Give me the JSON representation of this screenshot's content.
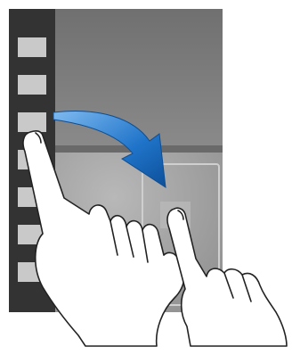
{
  "scene": {
    "tray_tabs": [
      {
        "id": "tab-1"
      },
      {
        "id": "tab-2"
      },
      {
        "id": "tab-3"
      },
      {
        "id": "tab-4"
      },
      {
        "id": "tab-5"
      },
      {
        "id": "tab-6"
      },
      {
        "id": "tab-7"
      }
    ],
    "icons": {
      "arrow": "curved-arrow-icon",
      "left_hand": "pointing-hand-icon",
      "right_hand": "pointing-hand-icon"
    }
  },
  "colors": {
    "tray": "#333333",
    "tab": "#c9c9c9",
    "upper_panel": "#7c7c7c",
    "lower_panel": "#a4a4a4",
    "arrow": "#1f74c9",
    "hand_fill": "#ffffff",
    "hand_stroke": "#222222"
  }
}
